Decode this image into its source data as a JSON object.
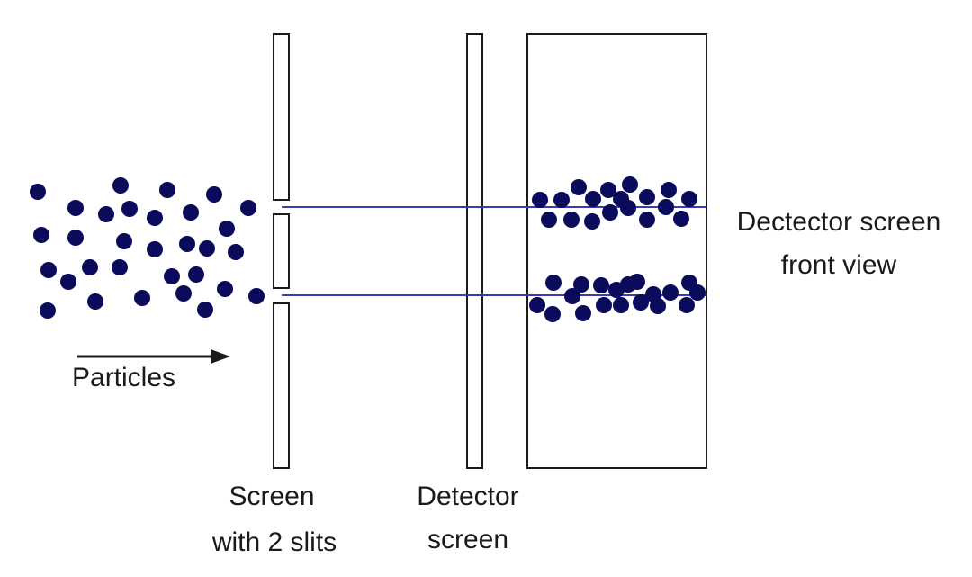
{
  "labels": {
    "particles": "Particles",
    "slit_screen_line1": "Screen",
    "slit_screen_line2": "with 2 slits",
    "detector_line1": "Detector",
    "detector_line2": "screen",
    "front_view_line1": "Dectector screen",
    "front_view_line2": "front view"
  },
  "colors": {
    "particle": "#0b0b5c",
    "beam": "#3a3ab8",
    "outline": "#1a1a1a",
    "background": "#ffffff"
  }
}
